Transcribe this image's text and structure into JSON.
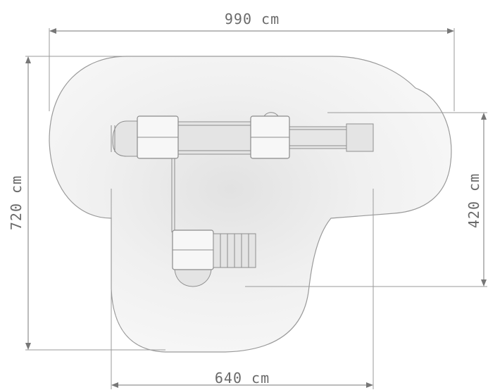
{
  "dimensions": {
    "top_width": "990 cm",
    "bottom_width": "640 cm",
    "left_height": "720 cm",
    "right_height": "420 cm"
  },
  "colors": {
    "safety_zone_fill": "#f2f2f2",
    "safety_zone_stroke": "#9a9a9a",
    "dimension_text": "#6a6a6a"
  }
}
